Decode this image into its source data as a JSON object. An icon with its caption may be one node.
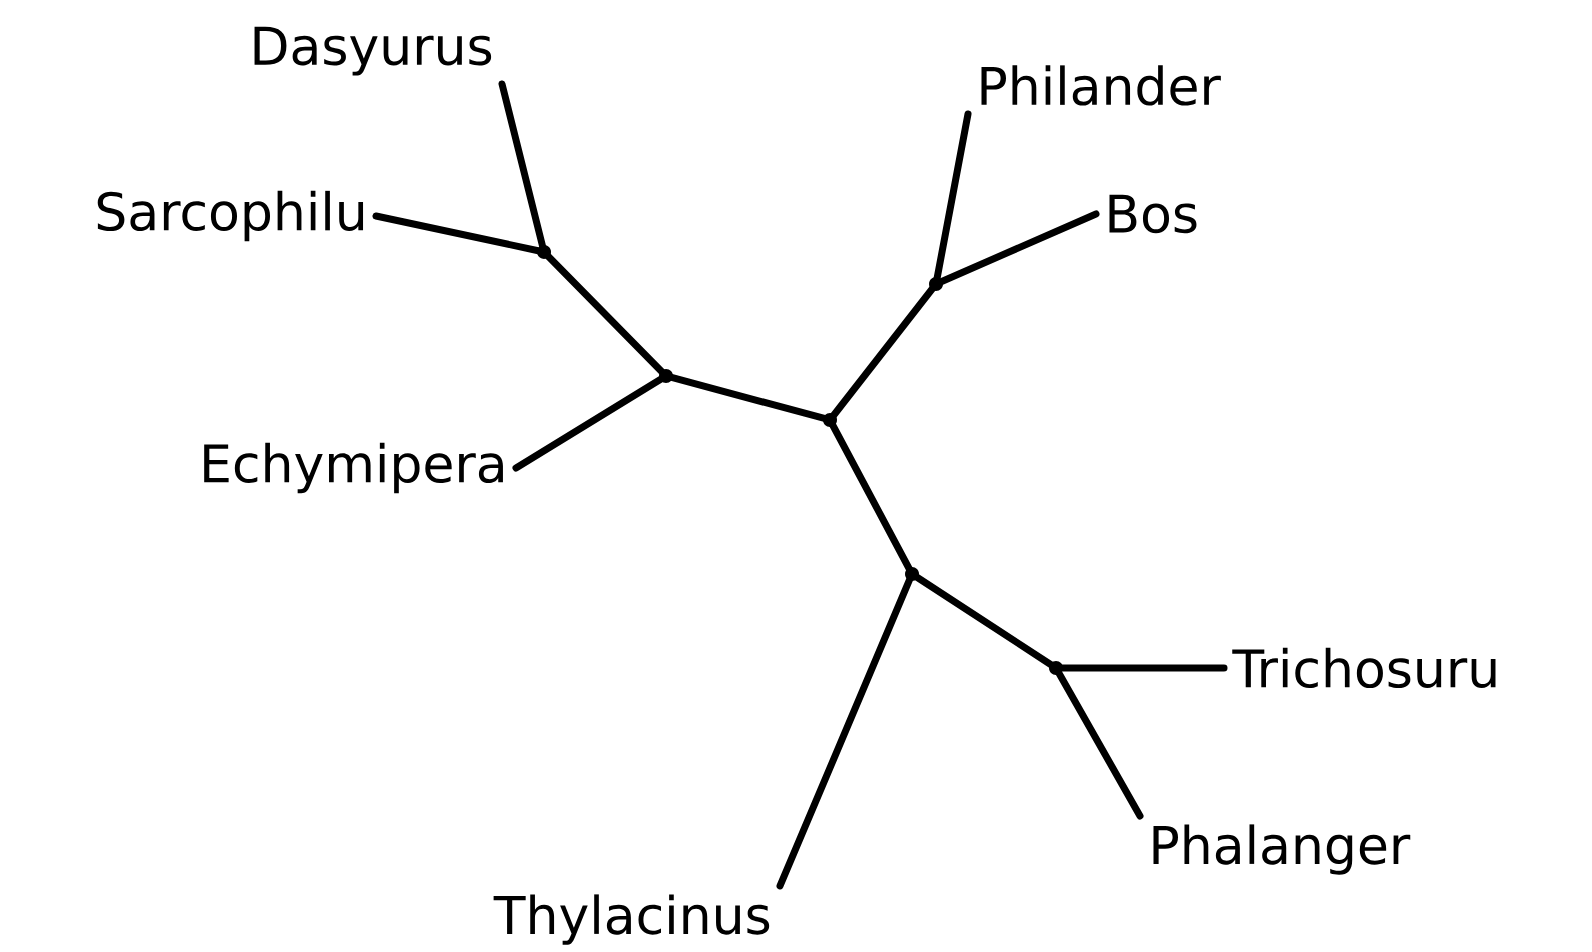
{
  "diagram": {
    "nodes": [
      {
        "text": [
          "Dasyurus"
        ]
      },
      {
        "text": [
          "Sarcophilu"
        ]
      },
      {
        "text": [
          "Echymipera"
        ]
      },
      {
        "text": [
          "Philander"
        ]
      },
      {
        "text": [
          "Bos"
        ]
      },
      {
        "text": [
          "Trichosuru"
        ]
      },
      {
        "text": [
          "Phalanger"
        ]
      },
      {
        "text": [
          "Thylacinus"
        ]
      },
      {
        "text": [],
        "shape": "dot"
      },
      {
        "text": [],
        "shape": "dot"
      },
      {
        "text": [],
        "shape": "dot"
      },
      {
        "text": [],
        "shape": "dot"
      },
      {
        "text": [],
        "shape": "dot"
      },
      {
        "text": [],
        "shape": "dot"
      }
    ],
    "edges": [
      {
        "from": 8,
        "to": 0,
        "arrow": "none"
      },
      {
        "from": 8,
        "to": 1,
        "arrow": "none"
      },
      {
        "from": 9,
        "to": 8,
        "arrow": "none"
      },
      {
        "from": 9,
        "to": 2,
        "arrow": "none"
      },
      {
        "from": 10,
        "to": 9,
        "arrow": "none"
      },
      {
        "from": 10,
        "to": 11,
        "arrow": "none"
      },
      {
        "from": 11,
        "to": 3,
        "arrow": "none"
      },
      {
        "from": 11,
        "to": 4,
        "arrow": "none"
      },
      {
        "from": 10,
        "to": 12,
        "arrow": "none"
      },
      {
        "from": 12,
        "to": 7,
        "arrow": "none"
      },
      {
        "from": 12,
        "to": 13,
        "arrow": "none"
      },
      {
        "from": 13,
        "to": 5,
        "arrow": "none"
      },
      {
        "from": 13,
        "to": 6,
        "arrow": "none"
      }
    ]
  }
}
